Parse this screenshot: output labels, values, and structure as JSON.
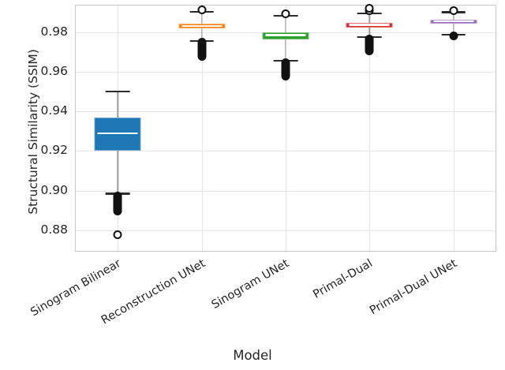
{
  "chart_data": {
    "type": "box",
    "title": "",
    "xlabel": "Model",
    "ylabel": "Structural Similarity (SSIM)",
    "ylim": [
      0.8695,
      0.9935
    ],
    "yticks": [
      "0.88",
      "0.90",
      "0.92",
      "0.94",
      "0.96",
      "0.98"
    ],
    "ytick_values": [
      0.88,
      0.9,
      0.92,
      0.94,
      0.96,
      0.98
    ],
    "grid": "horizontal-and-vertical",
    "legend": "none",
    "categories": [
      "Sinogram Bilinear",
      "Reconstruction UNet",
      "Sinogram UNet",
      "Primal-Dual",
      "Primal-Dual UNet"
    ],
    "colors": [
      "#1f77b4",
      "#ff7f0e",
      "#2ca02c",
      "#d62728",
      "#9467bd"
    ],
    "boxes": [
      {
        "name": "Sinogram Bilinear",
        "color": "#1f77b4",
        "q1": 0.9203,
        "median": 0.9289,
        "q3": 0.9367,
        "whisker_low": 0.8984,
        "whisker_high": 0.9501,
        "fliers_low": [
          0.898,
          0.8965,
          0.895,
          0.8935,
          0.892,
          0.8905,
          0.889,
          0.8775
        ],
        "fliers_high": []
      },
      {
        "name": "Reconstruction UNet",
        "color": "#ff7f0e",
        "q1": 0.982,
        "median": 0.9831,
        "q3": 0.9843,
        "whisker_low": 0.9757,
        "whisker_high": 0.9903,
        "fliers_low": [
          0.975,
          0.9735,
          0.972,
          0.9705,
          0.969,
          0.9675
        ],
        "fliers_high": [
          0.9912
        ]
      },
      {
        "name": "Sinogram UNet",
        "color": "#2ca02c",
        "q1": 0.9763,
        "median": 0.9786,
        "q3": 0.98,
        "whisker_low": 0.9655,
        "whisker_high": 0.9884,
        "fliers_low": [
          0.9648,
          0.963,
          0.9612,
          0.9594,
          0.9576
        ],
        "fliers_high": [
          0.9892
        ]
      },
      {
        "name": "Primal-Dual",
        "color": "#d62728",
        "q1": 0.9824,
        "median": 0.9837,
        "q3": 0.9848,
        "whisker_low": 0.9774,
        "whisker_high": 0.9895,
        "fliers_low": [
          0.9768,
          0.9752,
          0.9736,
          0.972,
          0.9704
        ],
        "fliers_high": [
          0.9908,
          0.992
        ]
      },
      {
        "name": "Primal-Dual UNet",
        "color": "#9467bd",
        "q1": 0.9845,
        "median": 0.9855,
        "q3": 0.9863,
        "whisker_low": 0.9789,
        "whisker_high": 0.9901,
        "fliers_low": [
          0.9783,
          0.9778
        ],
        "fliers_high": [
          0.991
        ]
      }
    ]
  }
}
